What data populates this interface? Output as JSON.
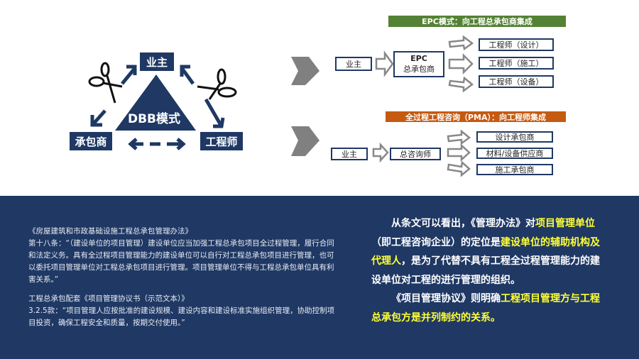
{
  "dbb": {
    "owner": "业主",
    "contractor": "承包商",
    "engineer": "工程师",
    "center": "DBB模式"
  },
  "epc": {
    "banner": "EPC模式：向工程总承包商集成",
    "owner": "业主",
    "main_line1": "EPC",
    "main_line2": "总承包商",
    "targets": [
      "工程师（设计）",
      "工程师（施工）",
      "工程师（设备）"
    ],
    "color": "#548235"
  },
  "pma": {
    "banner": "全过程工程咨询（PMA）：向工程师集成",
    "owner": "业主",
    "main": "总咨询师",
    "targets": [
      "设计承包商",
      "材料/设备供应商",
      "施工承包商"
    ],
    "color": "#c55a11"
  },
  "left_text": {
    "title1": "《房屋建筑和市政基础设施工程总承包管理办法》",
    "para1": "第十八条：“（建设单位的项目管理）建设单位应当加强工程总承包项目全过程管理，履行合同和法定义务。具有全过程项目管理能力的建设单位可以自行对工程总承包项目进行管理，也可以委托项目管理单位对工程总承包项目进行管理。项目管理单位不得与工程总承包单位具有利害关系。”",
    "title2": "工程总承包配套《项目管理协议书（示范文本）》",
    "para2": "3.2.5款：“项目管理人应按批准的建设规模、建设内容和建设标准实施组织管理，协助控制项目投资，确保工程安全和质量，按期交付使用。”"
  },
  "right_text": {
    "p1a": "从条文可以看出，《管理办法》对",
    "p1b": "项目管理单位",
    "p1c": "（即工程咨询企业）的定位是",
    "p1d": "建设单位的辅助机构及代理人",
    "p1e": "，是为了代替不具有工程全过程管理能力的建设单位对工程的进行管理的组织。",
    "p2a": "《项目管理协议》则明确",
    "p2b": "工程项目管理方与工程总承包方是并列制约的关系。"
  }
}
